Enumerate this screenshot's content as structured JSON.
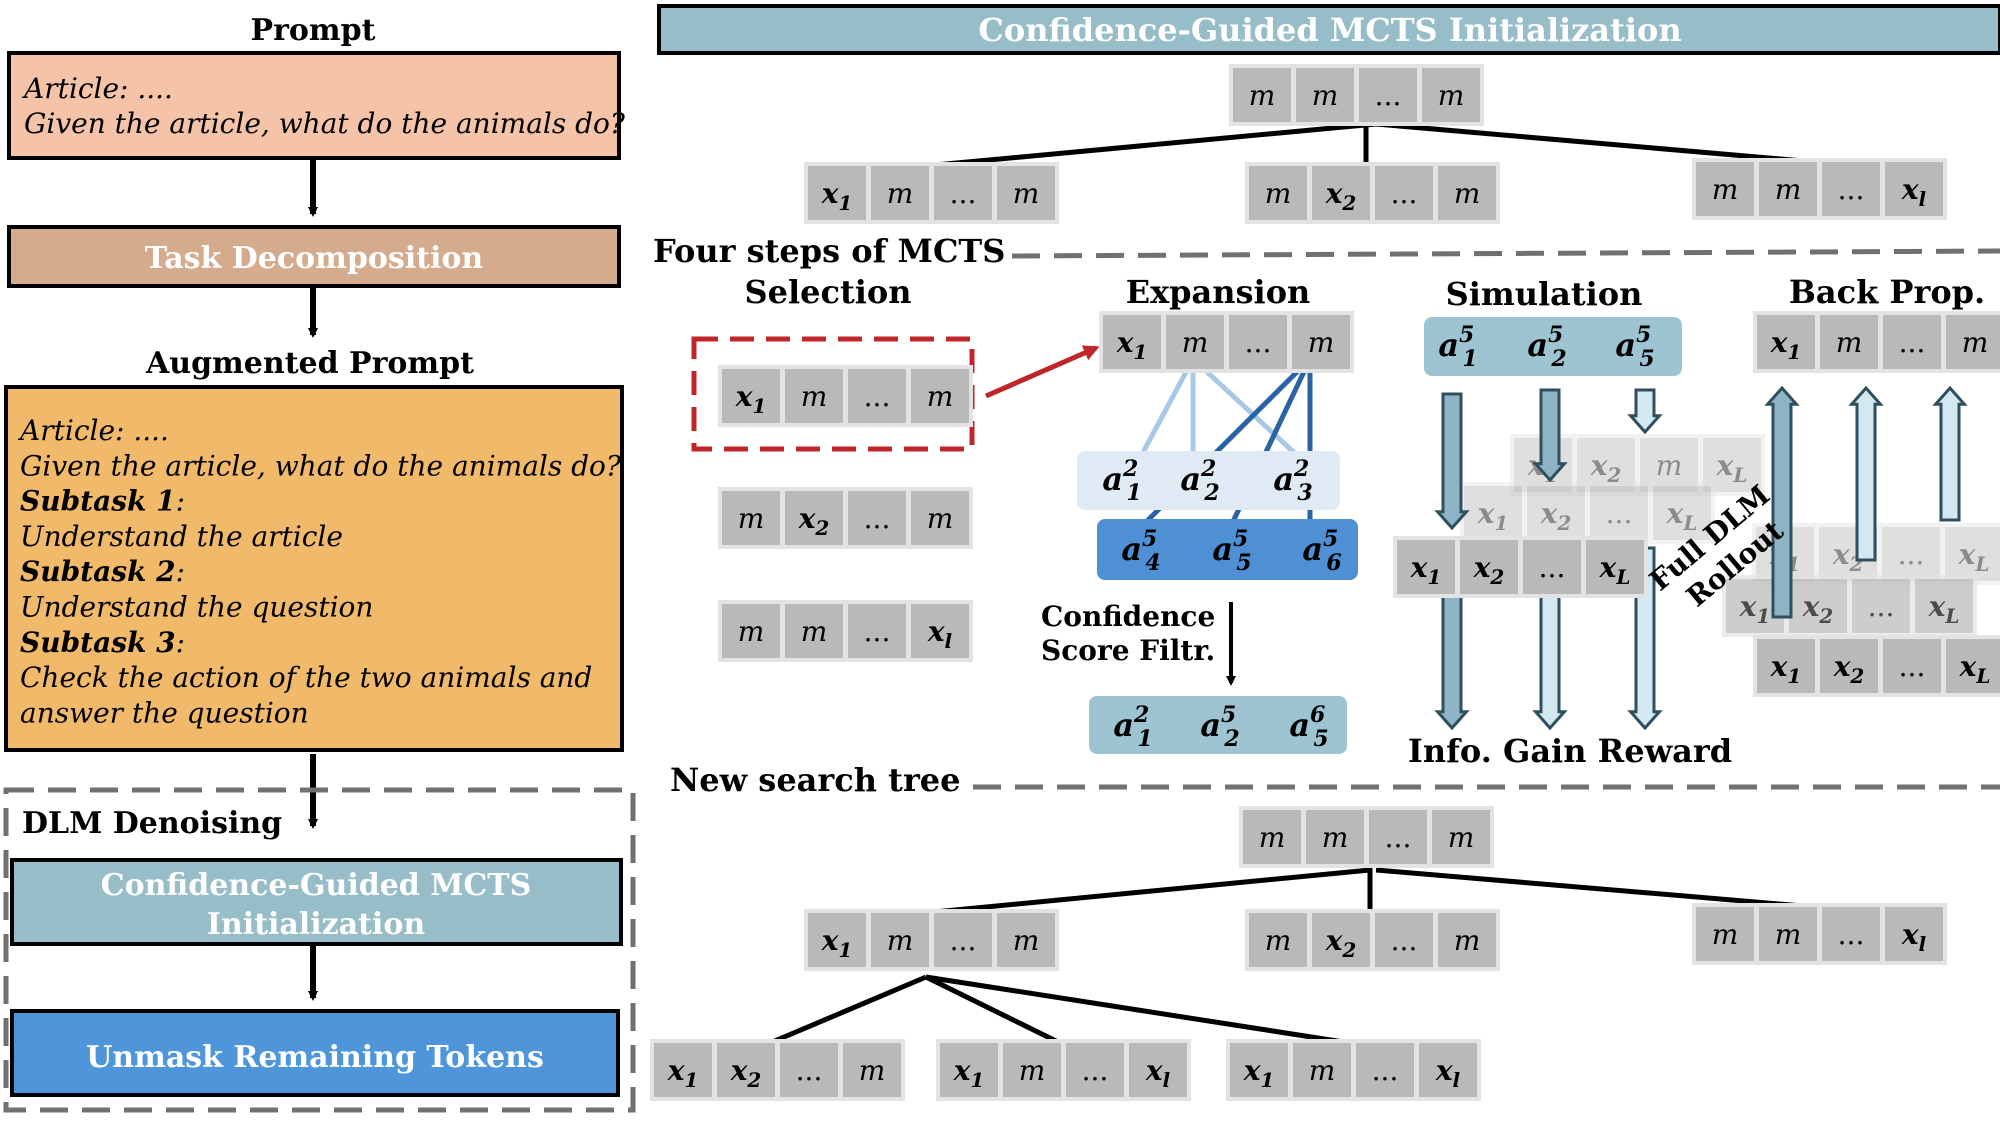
{
  "pipeline": {
    "prompt_title": "Prompt",
    "prompt_lines": [
      "Article: ....",
      "Given the article, what do the animals do?"
    ],
    "task_decomposition": "Task Decomposition",
    "augmented_title": "Augmented Prompt",
    "augmented_lines": [
      {
        "text": "Article: ....",
        "bold": false
      },
      {
        "text": "Given the article, what do the animals do?",
        "bold": false
      },
      {
        "text": "Subtask 1",
        "suffix": ":",
        "bold": true
      },
      {
        "text": "Understand the article",
        "bold": false
      },
      {
        "text": "Subtask 2",
        "suffix": ":",
        "bold": true
      },
      {
        "text": "Understand the question",
        "bold": false
      },
      {
        "text": "Subtask 3",
        "suffix": ":",
        "bold": true
      },
      {
        "text": "Check the action of the two animals and",
        "bold": false
      },
      {
        "text": "answer the question",
        "bold": false
      }
    ],
    "dlm_denoising": "DLM Denoising",
    "mcts_init_lines": [
      "Confidence-Guided MCTS",
      "Initialization"
    ],
    "unmask": "Unmask Remaining Tokens"
  },
  "right": {
    "banner": "Confidence-Guided MCTS Initialization",
    "four_steps": "Four steps of MCTS",
    "selection": "Selection",
    "expansion": "Expansion",
    "simulation": "Simulation",
    "backprop": "Back Prop.",
    "confidence_lines": [
      "Confidence",
      "Score Filtr."
    ],
    "rollout_lines": [
      "Full DLM",
      "Rollout"
    ],
    "info_gain": "Info. Gain Reward",
    "new_tree": "New search tree"
  },
  "tokens": {
    "mask": "m",
    "ellipsis": "...",
    "x": "x",
    "a": "a"
  },
  "colors": {
    "prompt_fill": "#f5c4a8",
    "task_fill": "#d5ab8e",
    "augmented_fill": "#f1b96a",
    "mcts_fill": "#97bdc9",
    "unmask_fill": "#4f95da",
    "token_fill": "#b9b9b9",
    "token_bg": "#e3e3e3",
    "selection_dash": "#c0252a",
    "light_blue_fill": "#dfeaf5",
    "mid_blue_fill": "#4f8fd4",
    "action_fill": "#9ec4d2",
    "arrow_fill": "#8db4c5",
    "arrow_light": "#d3e8f0"
  }
}
